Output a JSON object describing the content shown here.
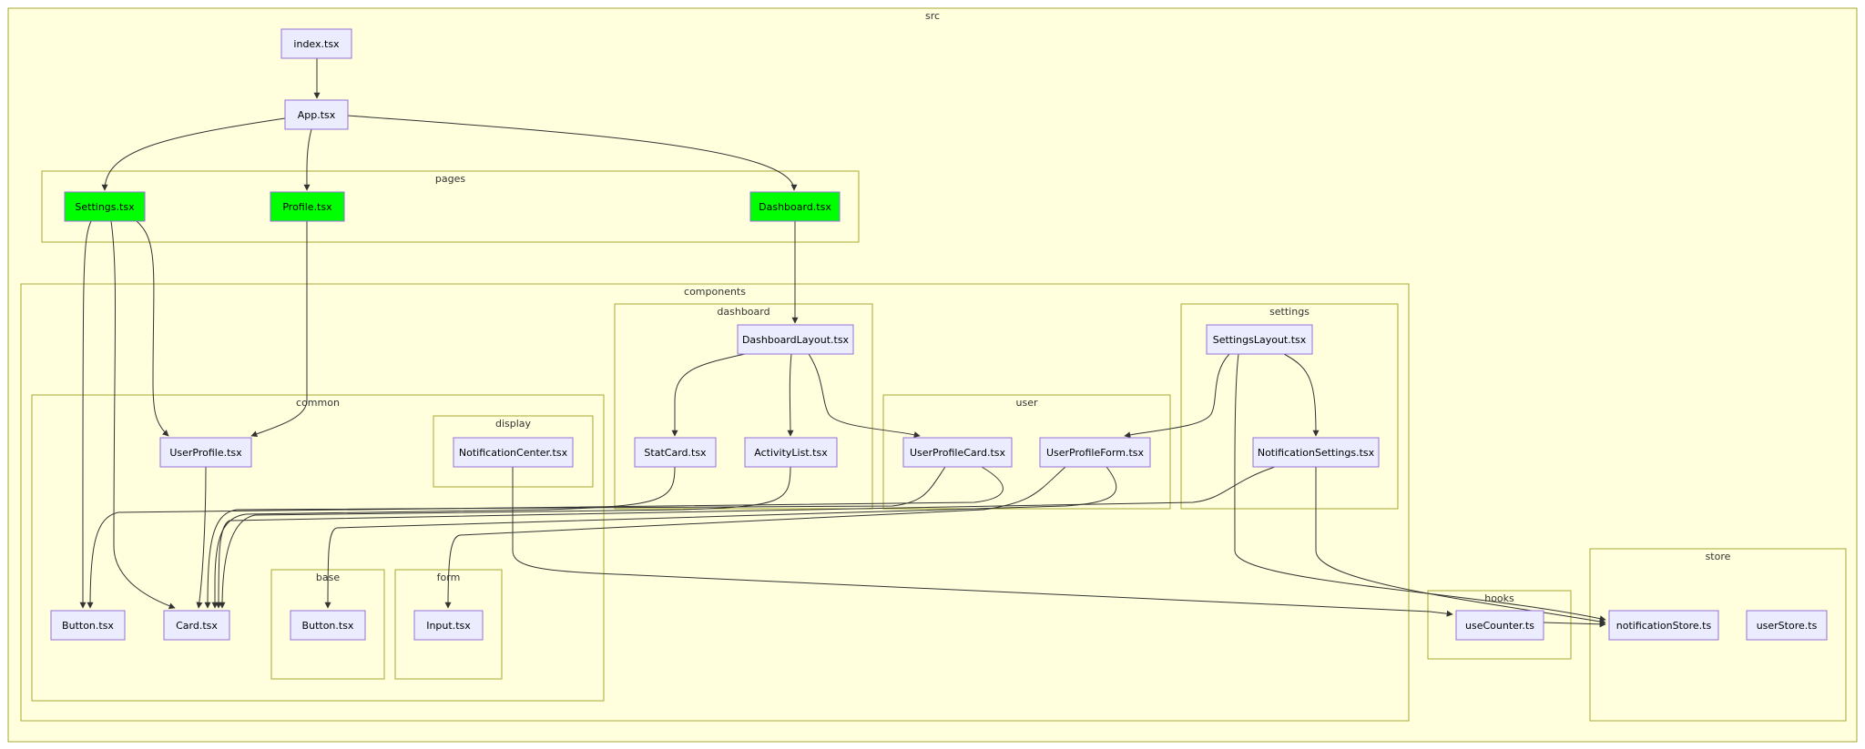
{
  "colors": {
    "canvas": "#ffffde",
    "cluster_border": "#aaaa33",
    "node_fill": "#ececff",
    "node_border": "#9370db",
    "page_fill": "#00ff00",
    "edge": "#333333"
  },
  "clusters": [
    {
      "id": "src",
      "label": "src"
    },
    {
      "id": "pages",
      "label": "pages"
    },
    {
      "id": "components",
      "label": "components"
    },
    {
      "id": "dashboard",
      "label": "dashboard"
    },
    {
      "id": "settings",
      "label": "settings"
    },
    {
      "id": "common",
      "label": "common"
    },
    {
      "id": "display",
      "label": "display"
    },
    {
      "id": "user",
      "label": "user"
    },
    {
      "id": "base",
      "label": "base"
    },
    {
      "id": "form",
      "label": "form"
    },
    {
      "id": "hooks",
      "label": "hooks"
    },
    {
      "id": "store",
      "label": "store"
    }
  ],
  "nodes": [
    {
      "id": "index",
      "label": "index.tsx",
      "highlight": false
    },
    {
      "id": "app",
      "label": "App.tsx",
      "highlight": false
    },
    {
      "id": "settings_page",
      "label": "Settings.tsx",
      "highlight": true
    },
    {
      "id": "profile_page",
      "label": "Profile.tsx",
      "highlight": true
    },
    {
      "id": "dashboard_page",
      "label": "Dashboard.tsx",
      "highlight": true
    },
    {
      "id": "dashboard_layout",
      "label": "DashboardLayout.tsx",
      "highlight": false
    },
    {
      "id": "settings_layout",
      "label": "SettingsLayout.tsx",
      "highlight": false
    },
    {
      "id": "user_profile",
      "label": "UserProfile.tsx",
      "highlight": false
    },
    {
      "id": "notification_center",
      "label": "NotificationCenter.tsx",
      "highlight": false
    },
    {
      "id": "stat_card",
      "label": "StatCard.tsx",
      "highlight": false
    },
    {
      "id": "activity_list",
      "label": "ActivityList.tsx",
      "highlight": false
    },
    {
      "id": "user_profile_card",
      "label": "UserProfileCard.tsx",
      "highlight": false
    },
    {
      "id": "user_profile_form",
      "label": "UserProfileForm.tsx",
      "highlight": false
    },
    {
      "id": "notification_settings",
      "label": "NotificationSettings.tsx",
      "highlight": false
    },
    {
      "id": "button_common",
      "label": "Button.tsx",
      "highlight": false
    },
    {
      "id": "card",
      "label": "Card.tsx",
      "highlight": false
    },
    {
      "id": "button_base",
      "label": "Button.tsx",
      "highlight": false
    },
    {
      "id": "input",
      "label": "Input.tsx",
      "highlight": false
    },
    {
      "id": "use_counter",
      "label": "useCounter.ts",
      "highlight": false
    },
    {
      "id": "notification_store",
      "label": "notificationStore.ts",
      "highlight": false
    },
    {
      "id": "user_store",
      "label": "userStore.ts",
      "highlight": false
    }
  ],
  "edges": [
    {
      "from": "index",
      "to": "app"
    },
    {
      "from": "app",
      "to": "settings_page"
    },
    {
      "from": "app",
      "to": "profile_page"
    },
    {
      "from": "app",
      "to": "dashboard_page"
    },
    {
      "from": "dashboard_page",
      "to": "dashboard_layout"
    },
    {
      "from": "settings_page",
      "to": "button_common"
    },
    {
      "from": "settings_page",
      "to": "card"
    },
    {
      "from": "settings_page",
      "to": "user_profile"
    },
    {
      "from": "profile_page",
      "to": "user_profile"
    },
    {
      "from": "user_profile",
      "to": "card"
    },
    {
      "from": "dashboard_layout",
      "to": "stat_card"
    },
    {
      "from": "dashboard_layout",
      "to": "activity_list"
    },
    {
      "from": "dashboard_layout",
      "to": "user_profile_card"
    },
    {
      "from": "settings_layout",
      "to": "user_profile_form"
    },
    {
      "from": "settings_layout",
      "to": "notification_settings"
    },
    {
      "from": "settings_layout",
      "to": "notification_store"
    },
    {
      "from": "stat_card",
      "to": "card"
    },
    {
      "from": "activity_list",
      "to": "card"
    },
    {
      "from": "user_profile_card",
      "to": "card"
    },
    {
      "from": "user_profile_card",
      "to": "button_common"
    },
    {
      "from": "user_profile_form",
      "to": "input"
    },
    {
      "from": "user_profile_form",
      "to": "button_base"
    },
    {
      "from": "notification_settings",
      "to": "card"
    },
    {
      "from": "notification_settings",
      "to": "notification_store"
    },
    {
      "from": "notification_center",
      "to": "notification_store"
    },
    {
      "from": "use_counter",
      "to": "notification_store"
    }
  ]
}
